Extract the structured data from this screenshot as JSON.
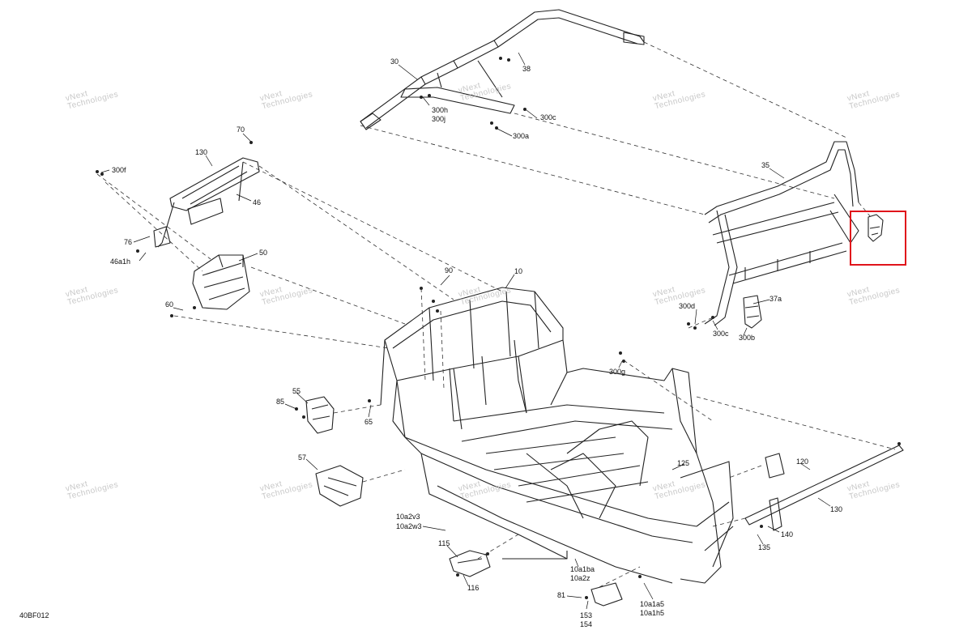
{
  "diagram": {
    "drawing_code": "40BF012",
    "watermark": {
      "line1": "vNext",
      "line2": "Technologies"
    },
    "callouts": {
      "c30": "30",
      "c38": "38",
      "c300h": "300h",
      "c300j": "300j",
      "c300c_top": "300c",
      "c300a": "300a",
      "c35": "35",
      "c70": "70",
      "c130_top": "130",
      "c300f": "300f",
      "c46": "46",
      "c76": "76",
      "c46a1h": "46a1h",
      "c50": "50",
      "c60": "60",
      "c90": "90",
      "c10": "10",
      "c37a": "37a",
      "c300d": "300d",
      "c300c_mid": "300c",
      "c300b": "300b",
      "c300g": "300g",
      "c55": "55",
      "c85": "85",
      "c65": "65",
      "c57": "57",
      "c125": "125",
      "c120": "120",
      "c130_right": "130",
      "c140": "140",
      "c135": "135",
      "c10a2v3": "10a2v3",
      "c10a2w3": "10a2w3",
      "c115": "115",
      "c116": "116",
      "c10a1ba": "10a1ba",
      "c10a2z": "10a2z",
      "c81": "81",
      "c153": "153",
      "c154": "154",
      "c10a1a5": "10a1a5",
      "c10a1h5": "10a1h5"
    },
    "highlight_color": "#e0141b",
    "line_color": "#222222"
  }
}
